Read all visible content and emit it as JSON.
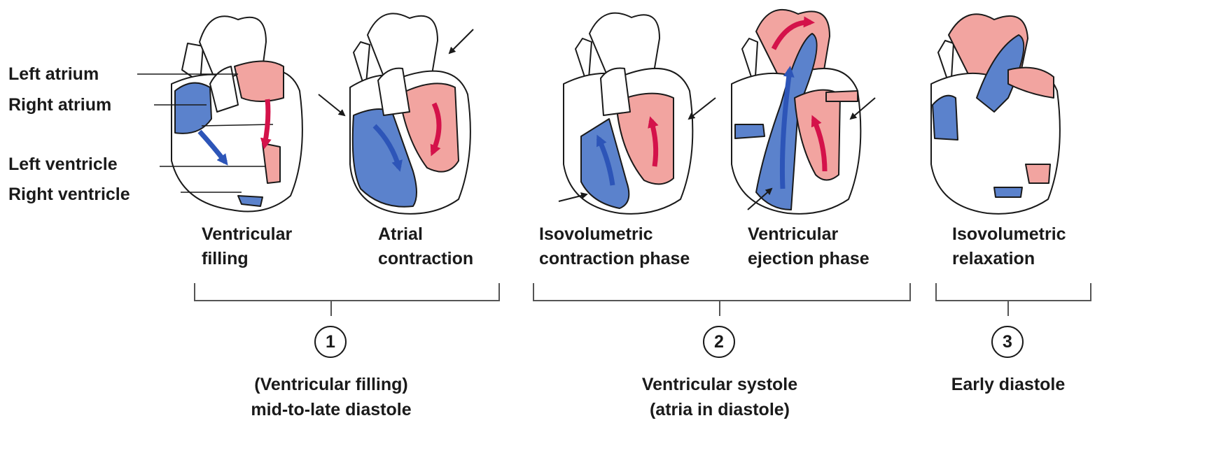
{
  "labels": {
    "left_atrium": "Left atrium",
    "right_atrium": "Right atrium",
    "left_ventricle": "Left ventricle",
    "right_ventricle": "Right ventricle"
  },
  "phases": [
    {
      "line1": "Ventricular",
      "line2": "filling"
    },
    {
      "line1": "Atrial",
      "line2": "contraction"
    },
    {
      "line1": "Isovolumetric",
      "line2": "contraction phase"
    },
    {
      "line1": "Ventricular",
      "line2": "ejection phase"
    },
    {
      "line1": "Isovolumetric",
      "line2": "relaxation"
    }
  ],
  "groups": [
    {
      "number": "1",
      "line1": "(Ventricular filling)",
      "line2": "mid-to-late diastole"
    },
    {
      "number": "2",
      "line1": "Ventricular systole",
      "line2": "(atria in diastole)"
    },
    {
      "number": "3",
      "line1": "Early diastole",
      "line2": ""
    }
  ],
  "colors": {
    "deoxygenated": "#5b82cc",
    "oxygenated": "#f2a4a0",
    "flow_arrow_blue": "#2d55b8",
    "flow_arrow_red": "#d4124a",
    "outline": "#1a1a1a"
  }
}
